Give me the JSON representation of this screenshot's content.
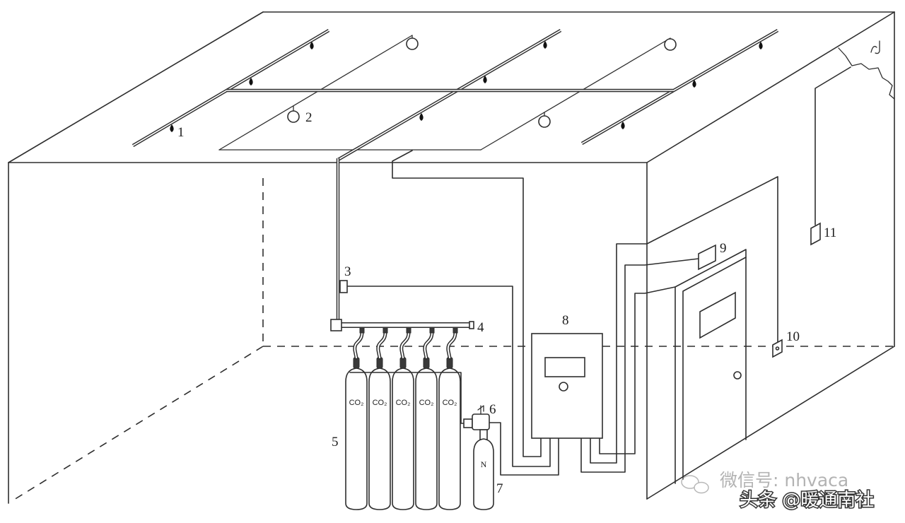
{
  "colors": {
    "line": "#2e2e2e",
    "nozzle": "#111111",
    "background": "#ffffff"
  },
  "labels": {
    "l1": "1",
    "l2": "2",
    "l3": "3",
    "l4": "4",
    "l5": "5",
    "l6": "6",
    "l7": "7",
    "l8": "8",
    "l9": "9",
    "l10": "10",
    "l11": "11"
  },
  "cylinders": [
    {
      "text": "CO₂"
    },
    {
      "text": "CO₂"
    },
    {
      "text": "CO₂"
    },
    {
      "text": "CO₂"
    },
    {
      "text": "CO₂"
    }
  ],
  "n2_cylinder": {
    "text": "N"
  },
  "watermark": {
    "line1": "微信号: nhvaca",
    "line2": "头条 @暖通南社"
  },
  "icons": {
    "wechat": "wechat-icon",
    "nozzle": "nozzle-icon",
    "detector": "detector-icon"
  }
}
